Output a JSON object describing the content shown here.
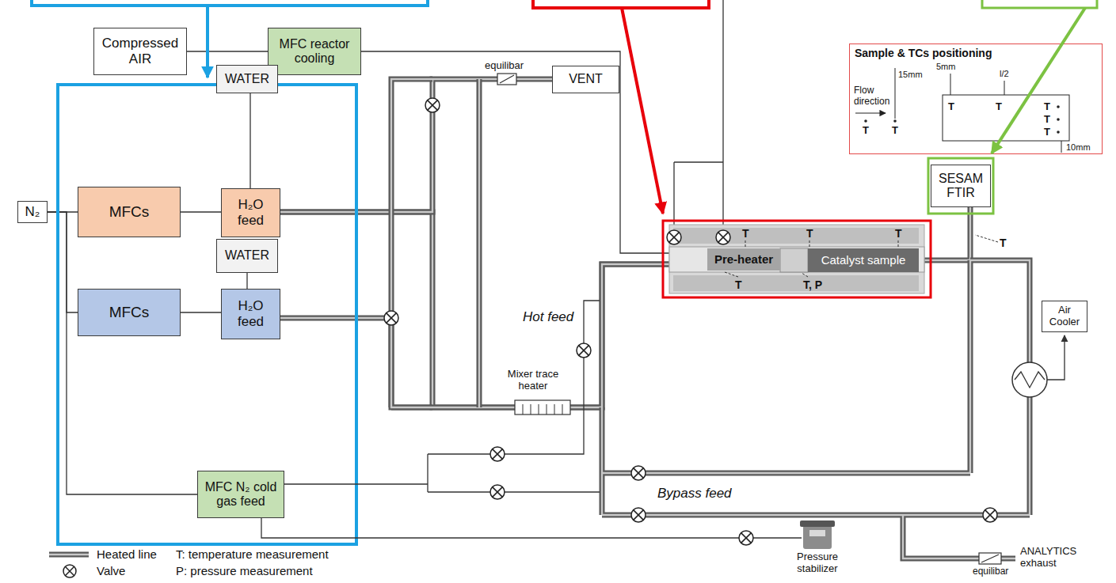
{
  "diagram": {
    "nodes": [
      {
        "text": [
          "Compressed AIR"
        ]
      },
      {
        "text": [
          "MFC reactor cooling"
        ]
      },
      {
        "text": [
          "WATER"
        ]
      },
      {
        "text": [
          "N₂"
        ]
      },
      {
        "text": [
          "MFCs"
        ]
      },
      {
        "text": [
          "H₂O feed"
        ]
      },
      {
        "text": [
          "WATER"
        ]
      },
      {
        "text": [
          "MFCs"
        ]
      },
      {
        "text": [
          "H₂O feed"
        ]
      },
      {
        "text": [
          "MFC N₂ cold gas feed"
        ]
      },
      {
        "text": [
          "VENT"
        ]
      },
      {
        "text": [
          "Sample & TCs positioning"
        ]
      },
      {
        "text": [
          "SESAM FTIR"
        ]
      },
      {
        "text": [
          "Pre-heater"
        ]
      },
      {
        "text": [
          "Catalyst sample"
        ]
      },
      {
        "text": [
          "Air Cooler"
        ]
      }
    ],
    "edges": [
      {
        "from": 0,
        "to": 1,
        "arrow": "none"
      },
      {
        "from": 1,
        "to": 13,
        "arrow": "none"
      },
      {
        "from": 3,
        "to": 4,
        "arrow": "none"
      },
      {
        "from": 3,
        "to": 7,
        "arrow": "none"
      },
      {
        "from": 3,
        "to": 9,
        "arrow": "none"
      },
      {
        "from": 4,
        "to": 5,
        "arrow": "none"
      },
      {
        "from": 2,
        "to": 5,
        "arrow": "none"
      },
      {
        "from": 6,
        "to": 8,
        "arrow": "none"
      },
      {
        "from": 7,
        "to": 8,
        "arrow": "none"
      },
      {
        "from": 5,
        "to": 13,
        "arrow": "none"
      },
      {
        "from": 8,
        "to": 13,
        "arrow": "none"
      },
      {
        "from": 5,
        "to": 10,
        "arrow": "none"
      },
      {
        "from": 14,
        "to": 12,
        "arrow": "none"
      }
    ],
    "labels": [
      "equilibar",
      "Hot feed",
      "Mixer trace heater",
      "Bypass feed",
      "Pressure stabilizer",
      "equilibar",
      "ANALYTICS exhaust",
      "T: temperature measurement",
      "P: pressure measurement",
      "Flow direction",
      "5mm",
      "15mm",
      "l/2",
      "10mm",
      "T",
      "T",
      "T",
      "T",
      "T",
      "T",
      "T",
      "T",
      "T",
      "T",
      "T",
      "T, P",
      "T"
    ],
    "legend": [
      {
        "text": "Heated line"
      },
      {
        "text": "Valve"
      }
    ]
  }
}
